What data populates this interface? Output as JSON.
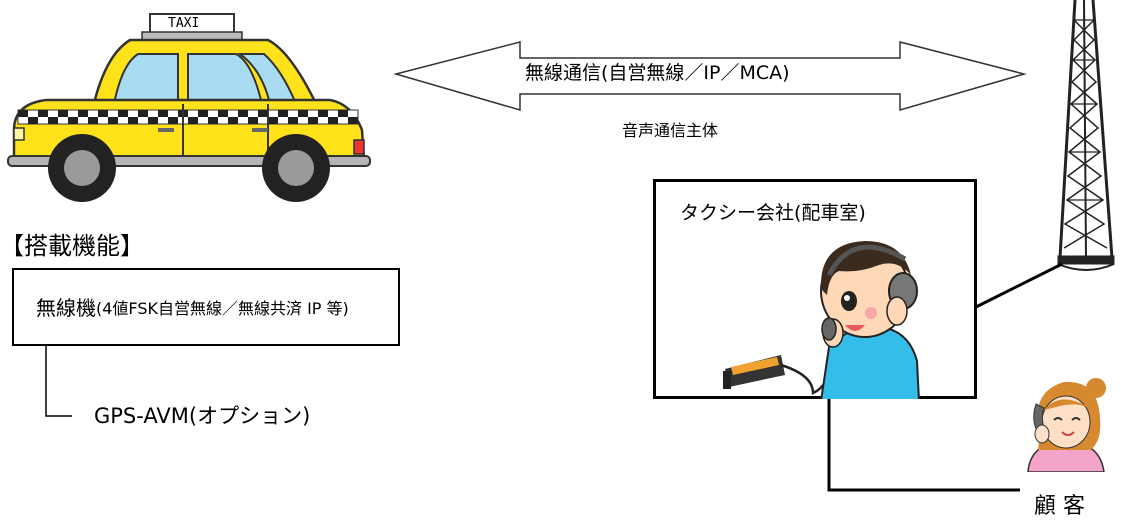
{
  "vehicle": {
    "roof_sign": "TAXI"
  },
  "link": {
    "label": "無線通信(自営無線／IP／MCA)",
    "sublabel": "音声通信主体"
  },
  "features": {
    "heading": "【搭載機能】",
    "radio_main": "無線機",
    "radio_detail": "(4値FSK自営無線／無線共済 IP 等)",
    "option": "GPS-AVM(オプション)"
  },
  "company": {
    "label": "タクシー会社(配車室)"
  },
  "customer": {
    "label": "顧 客"
  },
  "colors": {
    "taxi_body": "#ffe21a",
    "dispatcher_shirt": "#33bde8",
    "customer_top": "#f4a3c9"
  }
}
